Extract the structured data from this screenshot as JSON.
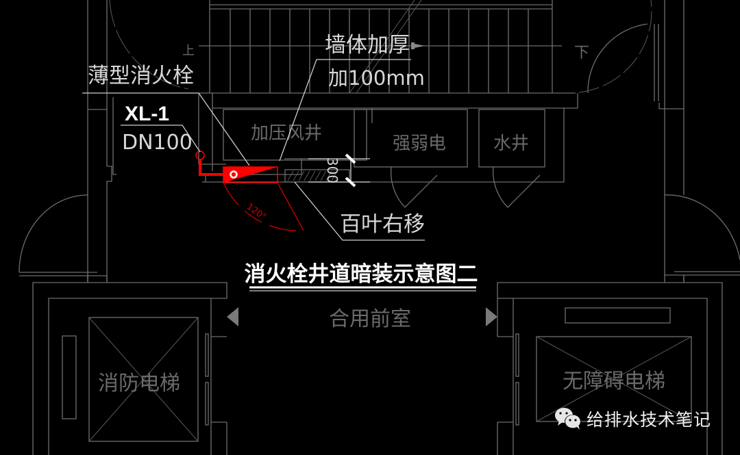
{
  "drawing": {
    "title": "消火栓井道暗装示意图二",
    "annotations": {
      "hydrant_type": "薄型消火栓",
      "riser_id": "XL-1",
      "riser_size": "DN100",
      "wall_note_line1": "墙体加厚",
      "wall_note_line2": "加100mm",
      "louver_note": "百叶右移",
      "dimension": "300",
      "angle": "120°",
      "stair_up": "上",
      "stair_down": "下"
    },
    "rooms": {
      "pressurized_shaft": "加压风井",
      "electrical_shaft": "强弱电",
      "water_shaft": "水井",
      "lobby": "合用前室",
      "fire_elevator": "消防电梯",
      "accessible_elevator": "无障碍电梯"
    },
    "colors": {
      "background": "#000000",
      "linework": "#6e6e6e",
      "hydrant": "#ff0000",
      "swing_arc": "#c00000",
      "title": "#ffffff"
    }
  },
  "watermark": {
    "icon": "wechat-icon",
    "text": "给排水技术笔记"
  }
}
